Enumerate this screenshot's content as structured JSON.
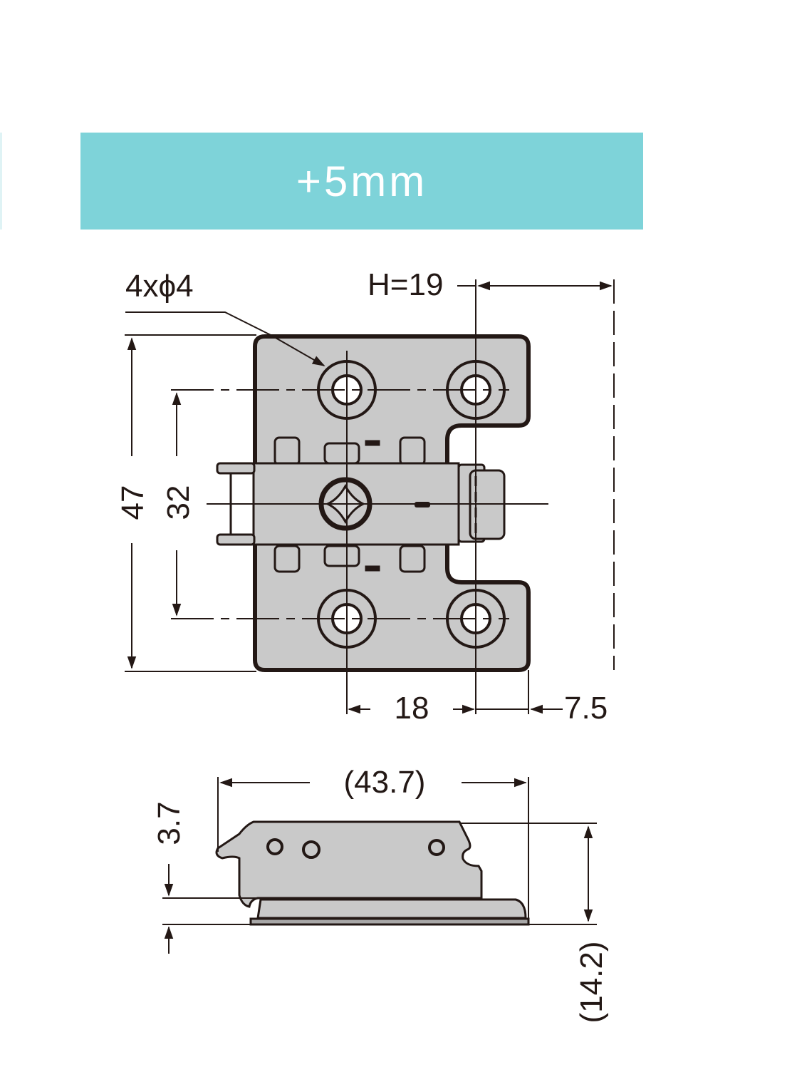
{
  "header": {
    "banner_label": "+5mm",
    "banner_color": "#7ed3d9"
  },
  "top_view": {
    "hole_callout": "4xϕ4",
    "height_label": "H=19",
    "overall_height": "47",
    "hole_spacing_vertical": "32",
    "hole_spacing_horizontal": "18",
    "edge_offset": "7.5"
  },
  "side_view": {
    "overall_length": "(43.7)",
    "base_thickness": "3.7",
    "overall_height": "(14.2)"
  },
  "colors": {
    "plate_fill": "#c9c9c9",
    "line": "#231815",
    "base_fill": "#a8a8a8"
  }
}
